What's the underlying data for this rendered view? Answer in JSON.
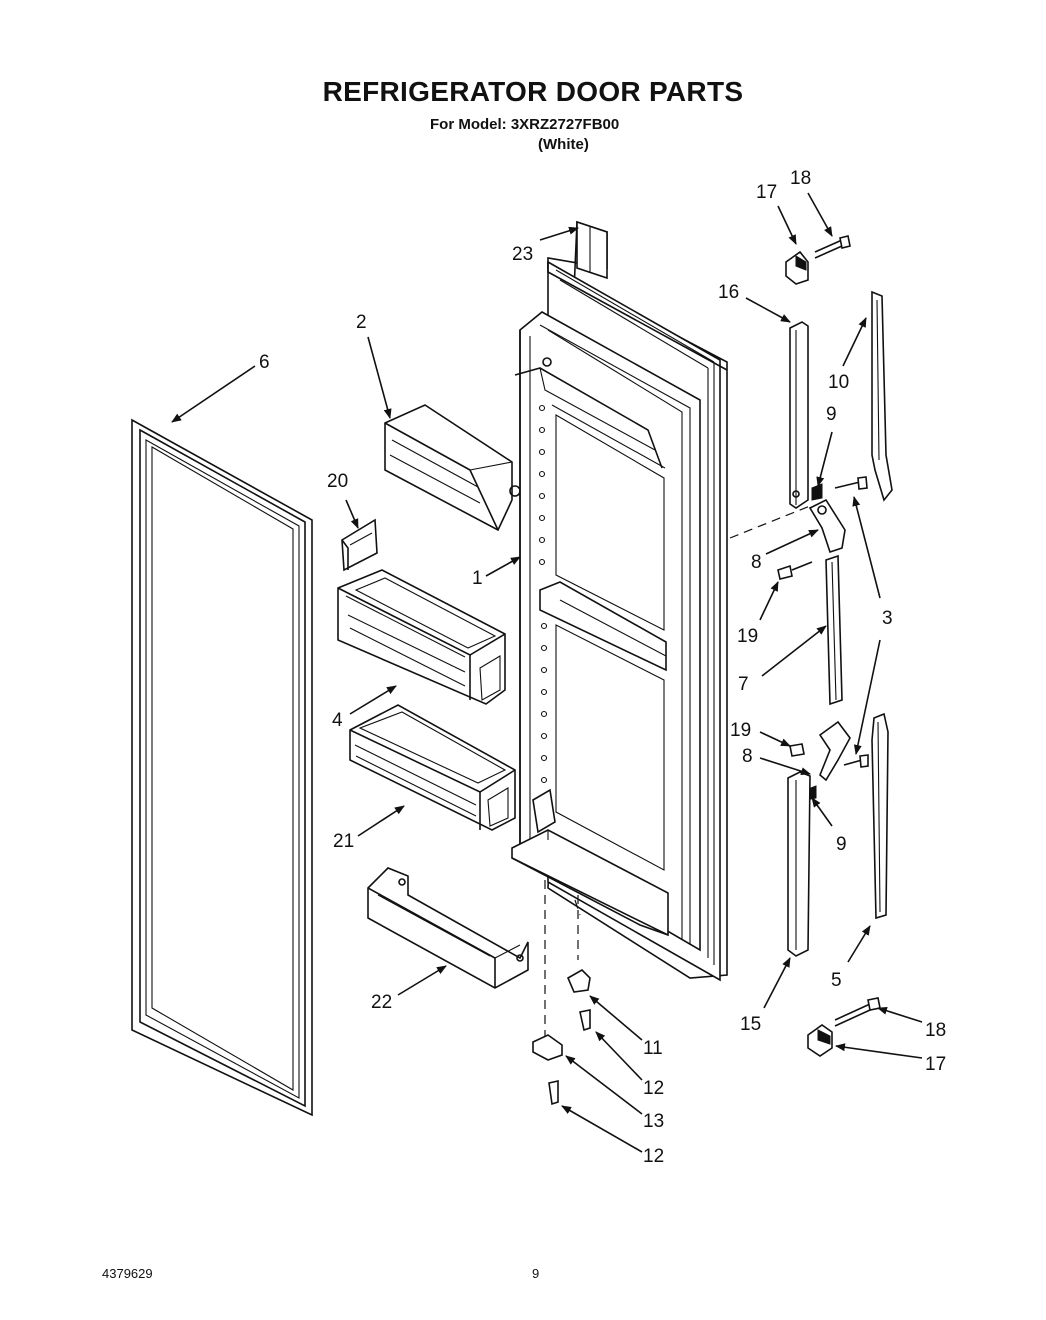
{
  "header": {
    "title": "REFRIGERATOR DOOR PARTS",
    "model_line": "For Model: 3XRZ2727FB00",
    "color_line": "(White)"
  },
  "footer": {
    "doc_number": "4379629",
    "page_number": "9"
  },
  "callouts": {
    "c1": "1",
    "c2": "2",
    "c3": "3",
    "c4": "4",
    "c5": "5",
    "c6": "6",
    "c7": "7",
    "c8a": "8",
    "c8b": "8",
    "c9a": "9",
    "c9b": "9",
    "c10": "10",
    "c11": "11",
    "c12a": "12",
    "c12b": "12",
    "c13": "13",
    "c15": "15",
    "c16": "16",
    "c17a": "17",
    "c17b": "17",
    "c18a": "18",
    "c18b": "18",
    "c19a": "19",
    "c19b": "19",
    "c20": "20",
    "c21": "21",
    "c22": "22",
    "c23": "23"
  }
}
